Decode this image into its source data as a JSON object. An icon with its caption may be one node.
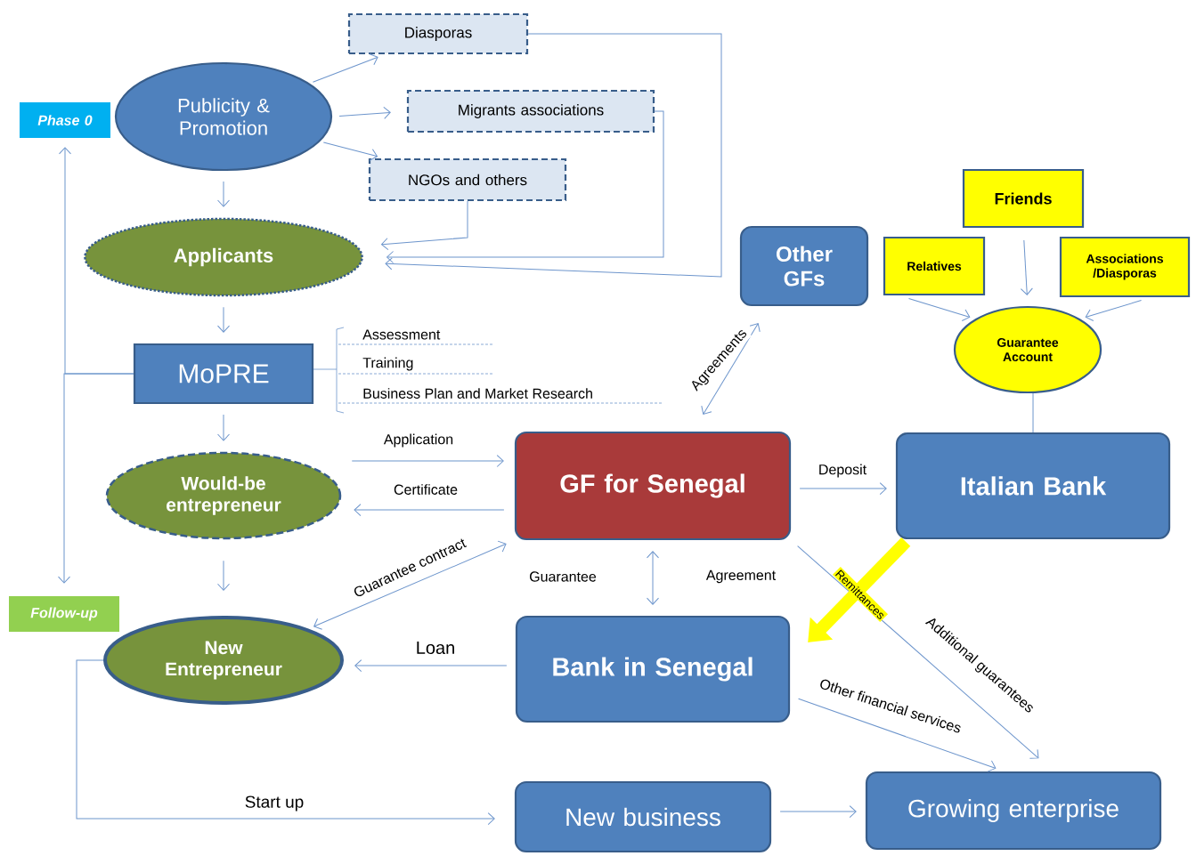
{
  "diagram": {
    "nodes": [
      {
        "text": [
          "Phase 0"
        ]
      },
      {
        "text": [
          "Publicity & Promotion"
        ]
      },
      {
        "text": [
          "Diasporas"
        ]
      },
      {
        "text": [
          "Migrants associations"
        ]
      },
      {
        "text": [
          "NGOs and others"
        ]
      },
      {
        "text": [
          "Applicants"
        ]
      },
      {
        "text": [
          "MoPRE"
        ]
      },
      {
        "text": [
          "Would-be entrepreneur"
        ]
      },
      {
        "text": [
          "GF for Senegal"
        ]
      },
      {
        "text": [
          "Other GFs"
        ]
      },
      {
        "text": [
          "Friends"
        ]
      },
      {
        "text": [
          "Relatives"
        ]
      },
      {
        "text": [
          "Associations /Diasporas"
        ]
      },
      {
        "text": [
          "Guarantee Account"
        ]
      },
      {
        "text": [
          "Italian Bank"
        ]
      },
      {
        "text": [
          "New Entrepreneur"
        ]
      },
      {
        "text": [
          "Bank in Senegal"
        ]
      },
      {
        "text": [
          "Follow-up"
        ]
      },
      {
        "text": [
          "New business"
        ]
      },
      {
        "text": [
          "Growing enterprise"
        ]
      }
    ],
    "edges": [
      {
        "from": 1,
        "to": 2,
        "arrow": "to"
      },
      {
        "from": 1,
        "to": 3,
        "arrow": "to"
      },
      {
        "from": 1,
        "to": 4,
        "arrow": "to"
      },
      {
        "from": 1,
        "to": 5,
        "arrow": "to"
      },
      {
        "from": 2,
        "to": 5,
        "arrow": "to"
      },
      {
        "from": 3,
        "to": 5,
        "arrow": "to"
      },
      {
        "from": 4,
        "to": 5,
        "arrow": "to"
      },
      {
        "from": 5,
        "to": 6,
        "arrow": "to"
      },
      {
        "from": 6,
        "to": 7,
        "arrow": "to"
      },
      {
        "from": 7,
        "to": 15,
        "arrow": "to"
      },
      {
        "from": 6,
        "to": 0,
        "arrow": "to"
      },
      {
        "from": 6,
        "to": 17,
        "arrow": "to"
      },
      {
        "from": 7,
        "to": 8,
        "arrow": "to",
        "label": "Application"
      },
      {
        "from": 8,
        "to": 7,
        "arrow": "to",
        "label": "Certificate"
      },
      {
        "from": 8,
        "to": 9,
        "arrow": "both",
        "label": "Agreements"
      },
      {
        "from": 8,
        "to": 14,
        "arrow": "to",
        "label": "Deposit"
      },
      {
        "from": 11,
        "to": 13,
        "arrow": "to"
      },
      {
        "from": 10,
        "to": 13,
        "arrow": "to"
      },
      {
        "from": 12,
        "to": 13,
        "arrow": "to"
      },
      {
        "from": 13,
        "to": 14,
        "arrow": "none"
      },
      {
        "from": 8,
        "to": 15,
        "arrow": "both",
        "label": "Guarantee contract"
      },
      {
        "from": 8,
        "to": 16,
        "arrow": "both",
        "label": "Guarantee"
      },
      {
        "from": 14,
        "to": 16,
        "arrow": "to",
        "label": "Remittances",
        "style": "thick",
        "color": "#ffff00"
      },
      {
        "from": 16,
        "to": 15,
        "arrow": "to",
        "label": "Loan"
      },
      {
        "from": 15,
        "to": 18,
        "arrow": "to",
        "label": "Start up"
      },
      {
        "from": 18,
        "to": 19,
        "arrow": "to"
      },
      {
        "from": 16,
        "to": 19,
        "arrow": "to",
        "label": "Other financial services"
      },
      {
        "from": 8,
        "to": 19,
        "arrow": "to",
        "label": "Additional guarantees"
      }
    ],
    "labels": [
      "Assessment",
      "Training",
      "Business Plan and Market Research",
      "Agreement"
    ]
  }
}
